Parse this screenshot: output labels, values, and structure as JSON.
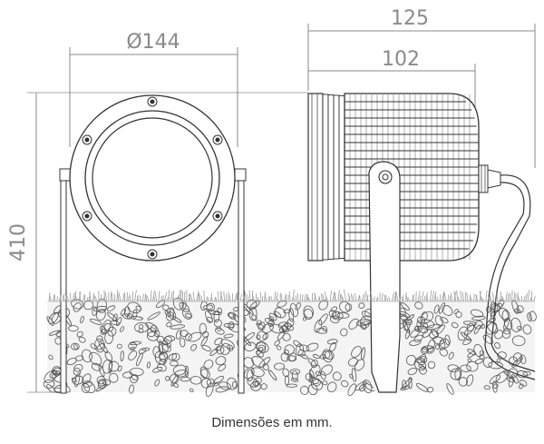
{
  "dimensions": {
    "diameter": "Ø144",
    "height": "410",
    "overall_depth": "125",
    "body_depth": "102"
  },
  "caption": "Dimensões em mm.",
  "colors": {
    "line": "#333333",
    "dimension": "#8a8a8a",
    "gravel_fill": "#f4f4f4",
    "grass": "#9a9a9a"
  }
}
